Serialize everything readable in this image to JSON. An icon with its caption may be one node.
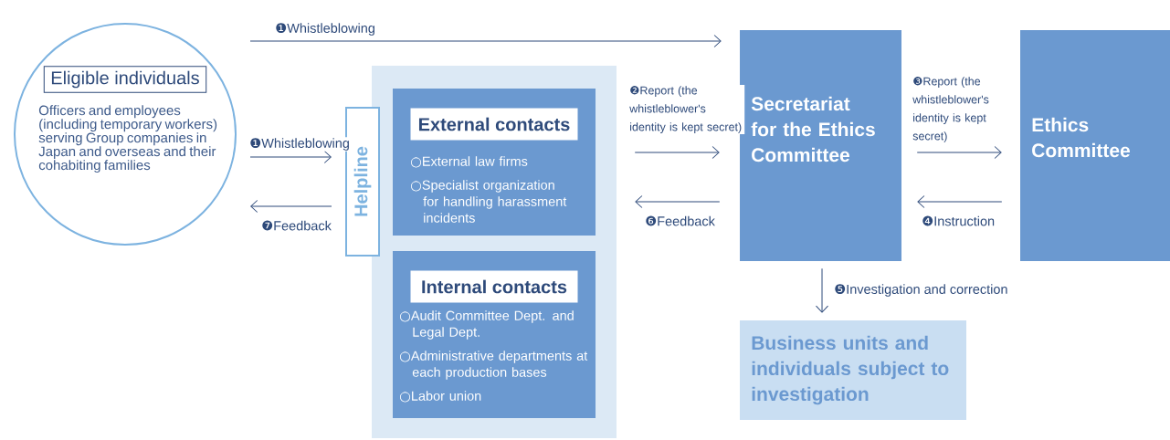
{
  "diagram": {
    "nodes": [
      {
        "text": [
          "Eligible individuals",
          "Officers and employees (including temporary workers) serving Group companies in Japan and overseas and their cohabiting families"
        ]
      },
      {
        "text": [],
        "shape": "box"
      },
      {
        "text": [
          "Helpline"
        ]
      },
      {
        "text": [
          "External contacts",
          "○External law firms",
          "○Specialist organization for handling harassment incidents"
        ],
        "in": 1
      },
      {
        "text": [
          "Internal contacts",
          "○Audit Committee Dept. and Legal Dept.",
          "○Administrative departments at each production bases",
          "○Labor union"
        ],
        "in": 1
      },
      {
        "text": [
          "Secretariat for the Ethics Committee"
        ]
      },
      {
        "text": [
          "Ethics Committee"
        ]
      },
      {
        "text": [
          "Business units and individuals subject to investigation"
        ]
      }
    ],
    "edges": [
      {
        "from": 0,
        "to": 5,
        "arrow": "to",
        "label": "❶Whistleblowing"
      },
      {
        "from": 0,
        "to": 2,
        "arrow": "to",
        "label": "❶Whistleblowing"
      },
      {
        "from": 2,
        "to": 0,
        "arrow": "to",
        "label": "❼Feedback"
      },
      {
        "from": 1,
        "to": 5,
        "arrow": "to",
        "label": "❷Report (the whistleblower's identity is kept secret)"
      },
      {
        "from": 5,
        "to": 1,
        "arrow": "to",
        "label": "❻Feedback"
      },
      {
        "from": 5,
        "to": 6,
        "arrow": "to",
        "label": "❸Report (the whistleblower's identity is kept secret)"
      },
      {
        "from": 6,
        "to": 5,
        "arrow": "to",
        "label": "❹Instruction"
      },
      {
        "from": 5,
        "to": 7,
        "arrow": "to",
        "label": "❺Investigation and correction"
      }
    ]
  }
}
